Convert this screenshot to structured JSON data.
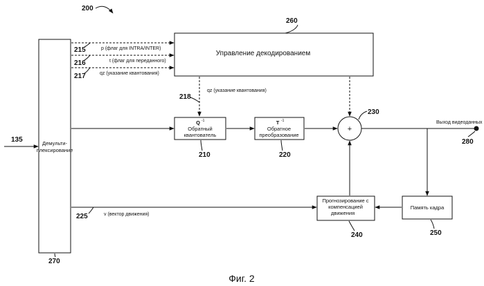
{
  "refs": {
    "fig": "200",
    "input": "135",
    "flag_p": "215",
    "flag_t": "216",
    "quant": "217",
    "qz_down": "218",
    "adder": "230",
    "motion_vec": "225",
    "control": "260",
    "invq": "210",
    "invt": "220",
    "mcp": "240",
    "framemem": "250",
    "demux": "270",
    "output": "280"
  },
  "labels": {
    "decoding_control": "Управление декодированием",
    "demux_line1": "Демульти-",
    "demux_line2": "плексирование",
    "flag_p": "p (флаг для INTRA/INTER)",
    "flag_t": "t (флаг для переданного)",
    "quant": "qz (указание квантования)",
    "qz_down": "qz (указание квантования)",
    "invq_symbol": "Q",
    "invq_line1": "Обратный",
    "invq_line2": "квантователь",
    "invt_symbol": "T",
    "invt_line1": "Обратное",
    "invt_line2": "преобразование",
    "sup": "-1",
    "adder": "+",
    "output": "Выход видеоданных",
    "motion": "v (вектор движения)",
    "mcp_line1": "Прогнозирование с",
    "mcp_line2": "компенсацией",
    "mcp_line3": "движения",
    "frame_memory": "Память кадра",
    "caption": "Фиг. 2"
  }
}
